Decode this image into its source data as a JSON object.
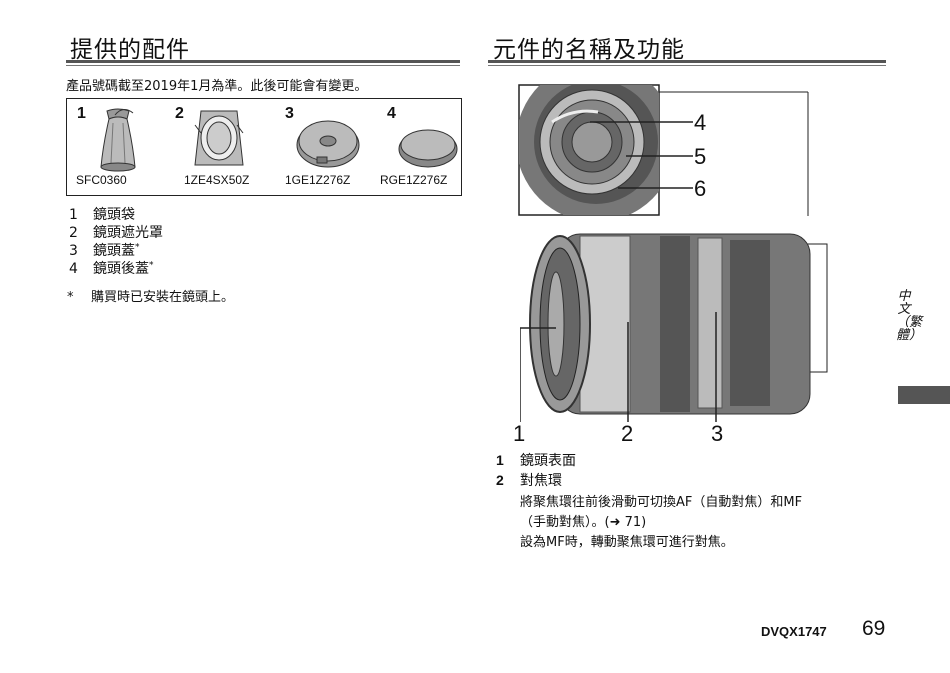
{
  "left": {
    "title": "提供的配件",
    "note": "產品號碼截至2019年1月為準。此後可能會有變更。",
    "accessories": [
      {
        "num": "1",
        "code": "SFC0360"
      },
      {
        "num": "2",
        "code": "1ZE4SX50Z"
      },
      {
        "num": "3",
        "code": "1GE1Z276Z"
      },
      {
        "num": "4",
        "code": "RGE1Z276Z"
      }
    ],
    "list": [
      {
        "num": "1",
        "label": "鏡頭袋",
        "mark": ""
      },
      {
        "num": "2",
        "label": "鏡頭遮光罩",
        "mark": ""
      },
      {
        "num": "3",
        "label": "鏡頭蓋",
        "mark": "*"
      },
      {
        "num": "4",
        "label": "鏡頭後蓋",
        "mark": "*"
      }
    ],
    "footnote_mark": "*",
    "footnote": "購買時已安裝在鏡頭上。"
  },
  "right": {
    "title": "元件的名稱及功能",
    "callouts": [
      "1",
      "2",
      "3",
      "4",
      "5",
      "6"
    ],
    "parts": [
      {
        "num": "1",
        "label": "鏡頭表面"
      },
      {
        "num": "2",
        "label": "對焦環"
      }
    ],
    "desc1": "將聚焦環往前後滑動可切換AF（自動對焦）和MF",
    "desc2": "（手動對焦）。(➜ 71)",
    "desc3": "設為MF時，轉動聚焦環可進行對焦。"
  },
  "sidebar": {
    "language": "中文（繁體）"
  },
  "footer": {
    "model": "DVQX1747",
    "page": "69"
  },
  "colors": {
    "rule": "#555555",
    "tab": "#555555"
  }
}
